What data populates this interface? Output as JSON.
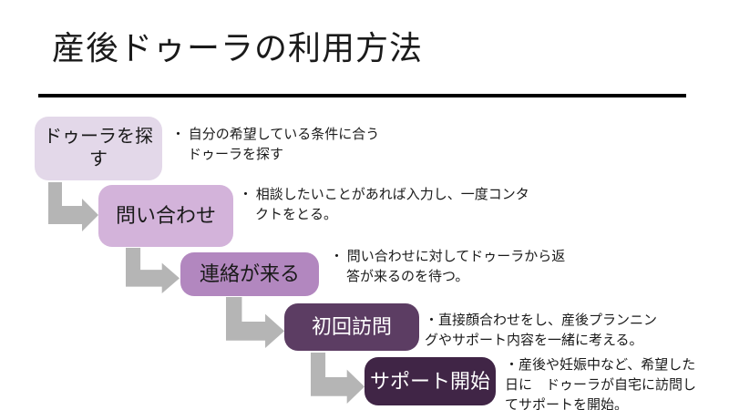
{
  "slide": {
    "title": "産後ドゥーラの利用方法"
  },
  "colors": {
    "rule": "#000000",
    "arrow": "#b5b5b5",
    "background": "#ffffff",
    "body_text": "#1a1a1a"
  },
  "steps": [
    {
      "label": "ドゥーラを探す",
      "fill": "#e3d8e9",
      "text_color": "#1a1a1a",
      "desc": [
        "・ 自分の希望している条件に合う",
        "ドゥーラを探す"
      ]
    },
    {
      "label": "問い合わせ",
      "fill": "#d3b3da",
      "text_color": "#1a1a1a",
      "desc": [
        "・ 相談したいことがあれば入力し、一度コンタ",
        "クトをとる。"
      ]
    },
    {
      "label": "連絡が来る",
      "fill": "#b287bf",
      "text_color": "#1a1a1a",
      "desc": [
        "・ 問い合わせに対してドゥーラから返",
        "答が来るのを待つ。"
      ]
    },
    {
      "label": "初回訪問",
      "fill": "#5c3d63",
      "text_color": "#ffffff",
      "desc": [
        "・直接顔合わせをし、産後プランニン",
        "グやサポート内容を一緒に考える。"
      ]
    },
    {
      "label": "サポート開始",
      "fill": "#402546",
      "text_color": "#ffffff",
      "desc": [
        "・産後や妊娠中など、希望した",
        "日に　ドゥーラが自宅に訪問し",
        "てサポートを開始。"
      ]
    }
  ]
}
